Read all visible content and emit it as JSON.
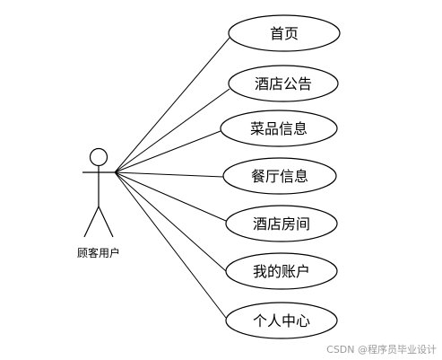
{
  "actor": {
    "label": "顾客用户"
  },
  "use_cases": [
    {
      "id": "home",
      "label": "首页"
    },
    {
      "id": "hotel-announcement",
      "label": "酒店公告"
    },
    {
      "id": "dish-info",
      "label": "菜品信息"
    },
    {
      "id": "restaurant-info",
      "label": "餐厅信息"
    },
    {
      "id": "hotel-rooms",
      "label": "酒店房间"
    },
    {
      "id": "my-account",
      "label": "我的账户"
    },
    {
      "id": "personal-center",
      "label": "个人中心"
    }
  ],
  "watermark": "CSDN @程序员毕业设计"
}
